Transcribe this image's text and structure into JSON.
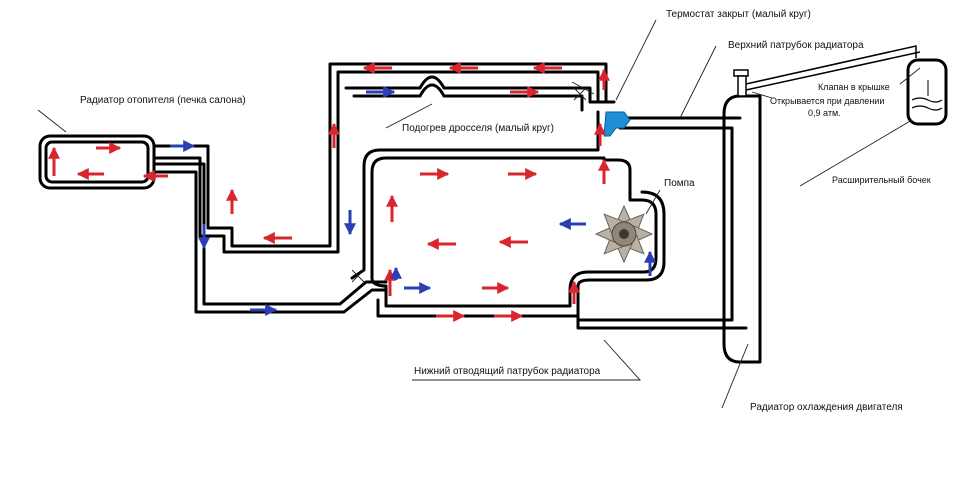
{
  "labels": {
    "thermostat": "Термостат закрыт (малый круг)",
    "upper_hose": "Верхний патрубок радиатора",
    "heater": "Радиатор отопителя (печка салона)",
    "cap_valve": "Клапан в крышке",
    "opens_at": "Открывается при давлении",
    "pressure": "0,9 атм.",
    "throttle": "Подогрев дросселя (малый круг)",
    "pump": "Помпа",
    "tank": "Расширительный бочек",
    "lower_hose": "Нижний отводящий патрубок радиатора",
    "radiator": "Радиатор охлаждения двигателя"
  },
  "colors": {
    "hot": "#d9262e",
    "cold": "#2b3fb5",
    "thermostat": "#1e8fd6",
    "pump_gear": "#b9b2a4"
  },
  "icons": [
    "pump-impeller-icon",
    "thermostat-icon",
    "expansion-tank-icon",
    "cap-valve-icon"
  ]
}
